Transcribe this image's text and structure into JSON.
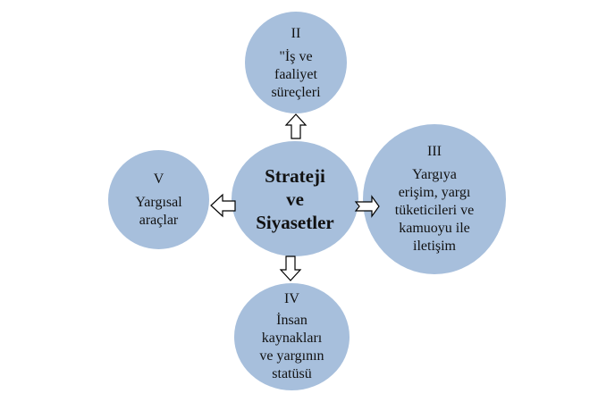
{
  "center": {
    "label": "Strateji\nve\nSiyasetler"
  },
  "nodes": {
    "top": {
      "number": "II",
      "label": "\"İş ve\nfaaliyet\nsüreçleri"
    },
    "right": {
      "number": "III",
      "label": "Yargıya\nerişim, yargı\ntüketicileri ve\nkamuoyu ile\niletişim"
    },
    "bottom": {
      "number": "IV",
      "label": "İnsan\nkaynakları\nve yargının\nstatüsü"
    },
    "left": {
      "number": "V",
      "label": "Yargısal\naraçlar"
    }
  },
  "colors": {
    "circle": "#a7bfdc"
  }
}
